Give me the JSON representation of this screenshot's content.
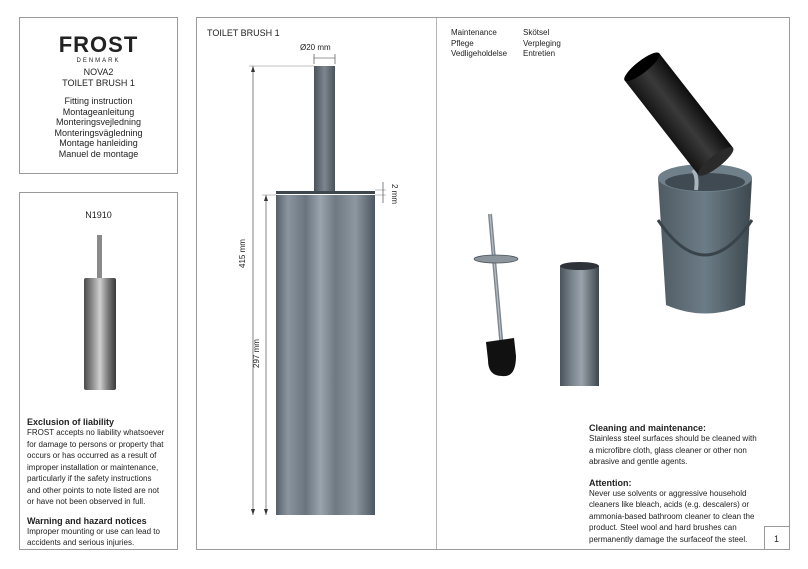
{
  "brand": {
    "name": "FROST",
    "sub": "DENMARK"
  },
  "product": {
    "line1": "NOVA2",
    "line2": "TOILET BRUSH 1"
  },
  "instructions": [
    "Fitting instruction",
    "Montageanleitung",
    "Monteringsvejledning",
    "Monteringsvägledning",
    "Montage hanleiding",
    "Manuel de montage"
  ],
  "product_code": "N1910",
  "liability": {
    "title": "Exclusion of liability",
    "lines": [
      "FROST accepts no liability whatsoever",
      "for damage to persons or property that",
      "occurs or has occurred as a result of",
      "improper installation or maintenance,",
      "particularly if the safety instructions",
      "and other points to note listed are not",
      "or have not been observed in full."
    ]
  },
  "warning": {
    "title": "Warning and hazard notices",
    "lines": [
      "Improper mounting or use can lead to",
      "accidents and serious injuries."
    ]
  },
  "drawing": {
    "title": "TOILET BRUSH 1",
    "dim_diameter": "Ø20 mm",
    "dim_gap": "2 mm",
    "dim_total": "415 mm",
    "dim_holder": "297 mm"
  },
  "maintenance_langs": {
    "col1": [
      "Maintenance",
      "Pflege",
      "Vedligeholdelse"
    ],
    "col2": [
      "Skötsel",
      "Verpleging",
      "Entretien"
    ]
  },
  "cleaning": {
    "title": "Cleaning and maintenance:",
    "lines": [
      "Stainless steel surfaces should be cleaned with",
      "a microfibre cloth, glass cleaner or other non",
      "abrasive and gentle agents."
    ]
  },
  "attention": {
    "title": "Attention:",
    "lines": [
      "Never use solvents or aggressive household",
      "cleaners like bleach, acids (e.g. descalers) or",
      "ammonia-based bathroom cleaner to clean the",
      "product. Steel wool and hard brushes can",
      "permanently damage the surfaceof the steel."
    ]
  },
  "page_number": "1"
}
